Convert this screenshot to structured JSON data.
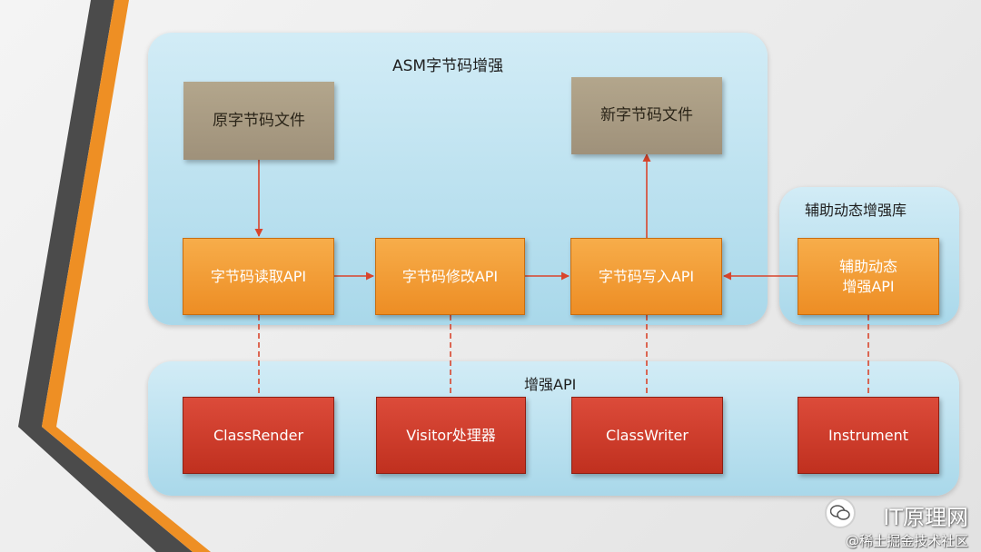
{
  "colors": {
    "stripe_dark": "#4a4a4a",
    "stripe_orange": "#ee8f24",
    "region_fill": "#bfe3f1",
    "file_box": "#aa9c82",
    "api_box": "#f29c35",
    "impl_box": "#d03f2e",
    "arrow": "#d9452c"
  },
  "regions": {
    "asm_title": "ASM字节码增强",
    "aux_title": "辅助动态增强库",
    "api_title": "增强API"
  },
  "files": {
    "source": "原字节码文件",
    "target": "新字节码文件"
  },
  "apis": {
    "read": "字节码读取API",
    "modify": "字节码修改API",
    "write": "字节码写入API",
    "aux": "辅助动态增强API"
  },
  "implementations": {
    "class_render": "ClassRender",
    "visitor": "Visitor处理器",
    "class_writer": "ClassWriter",
    "instrument": "Instrument"
  },
  "watermark": {
    "name": "IT原理网",
    "sub": "@稀土掘金技术社区"
  }
}
